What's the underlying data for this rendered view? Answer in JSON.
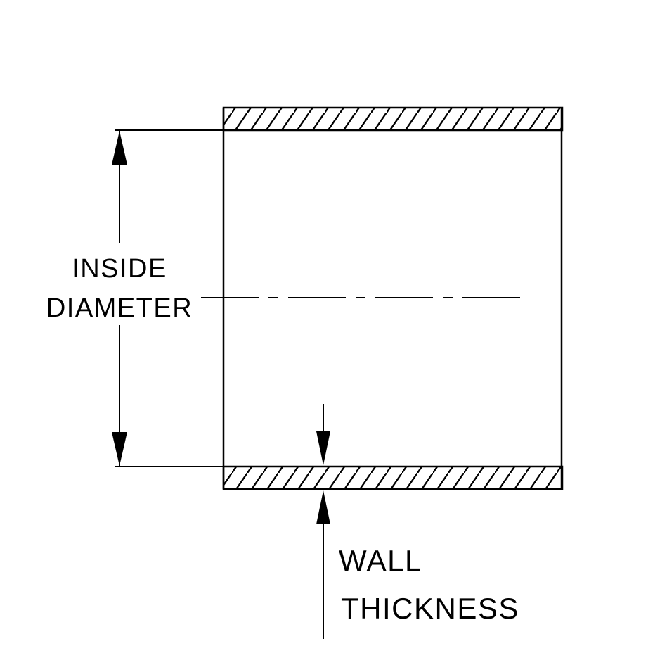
{
  "diagram": {
    "type": "technical-drawing-cross-section",
    "colors": {
      "line": "#000000",
      "background": "#ffffff"
    },
    "labels": {
      "inside_diameter": {
        "line1": "INSIDE",
        "line2": "DIAMETER"
      },
      "wall_thickness": {
        "line1": "WALL",
        "line2": "THICKNESS"
      }
    }
  }
}
